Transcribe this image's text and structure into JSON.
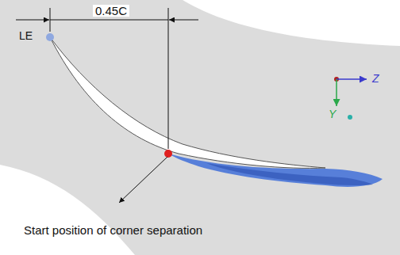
{
  "diagram": {
    "labels": [
      "0.45C",
      "LE",
      "Start position of corner separation",
      "Z",
      "Y"
    ]
  }
}
